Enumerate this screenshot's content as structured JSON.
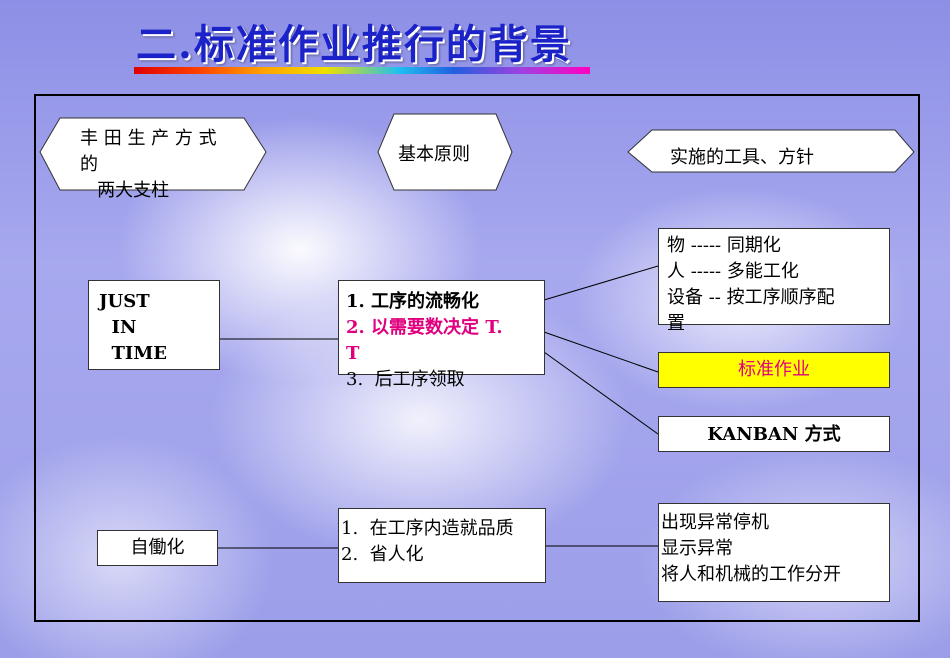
{
  "title": "二.标准作业推行的背景",
  "headers": {
    "pillars": [
      "丰 田 生 产 方 式",
      "的",
      "   两大支柱"
    ],
    "principles": "基本原则",
    "tools": "实施的工具、方针"
  },
  "jit": {
    "label": [
      "JUST",
      "  IN",
      "  TIME"
    ],
    "principles": [
      "1. 工序的流畅化",
      "2. 以需要数决定 T.",
      "T",
      "3.  后工序领取"
    ],
    "tools": {
      "sync": [
        "物 ----- 同期化",
        "人 ----- 多能工化",
        "设备 -- 按工序顺序配",
        "置"
      ],
      "standard_work": "标准作业",
      "kanban": "KANBAN 方式"
    }
  },
  "jidoka": {
    "label": "自働化",
    "principles": [
      "1.  在工序内造就品质",
      "2.  省人化"
    ],
    "tools": [
      "出现异常停机",
      "显示异常",
      "将人和机械的工作分开"
    ]
  },
  "colors": {
    "title": "#1a22c8",
    "highlight_text": "#e0007f",
    "standard_work_bg": "#ffff00",
    "standard_work_text": "#e0007f"
  }
}
